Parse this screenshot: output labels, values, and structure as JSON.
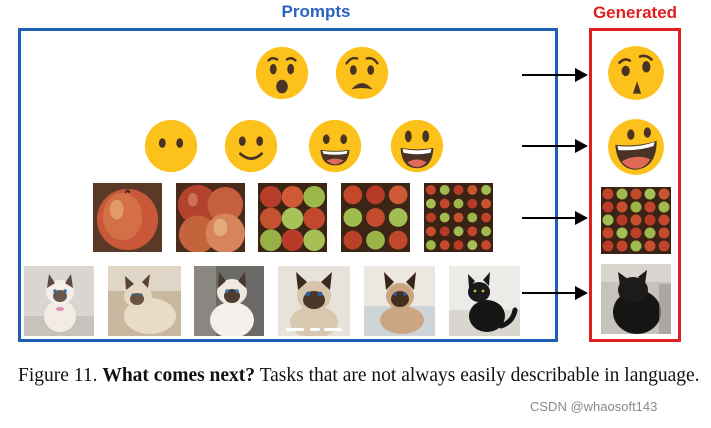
{
  "header": {
    "prompts_label": "Prompts",
    "generated_label": "Generated"
  },
  "caption": {
    "figure_label": "Figure 11.",
    "bold_title": "What comes next?",
    "body_text": "Tasks that are not always easily describable in language."
  },
  "watermark": "CSDN @whaosoft143",
  "colors": {
    "prompts_border": "#1f5fb5",
    "prompts_text": "#2a62c4",
    "generated_border": "#e02020",
    "generated_text": "#e02020",
    "emoji_face": "#fcc21b",
    "emoji_feature": "#4a3324"
  },
  "rows": [
    {
      "name": "surprised-faces",
      "prompts": [
        "surprised-face-icon",
        "worried-surprised-face-icon"
      ],
      "generated": "distorted-surprised-face-icon"
    },
    {
      "name": "smile-faces",
      "prompts": [
        "neutral-face-icon",
        "slight-smile-face-icon",
        "grin-face-icon",
        "big-grin-face-icon"
      ],
      "generated": "laughing-face-icon"
    },
    {
      "name": "apples",
      "prompts": [
        "apple-photo-1",
        "apple-photo-2",
        "apple-photo-4",
        "apple-photo-6",
        "apple-photo-many"
      ],
      "generated": "apple-grid-generated"
    },
    {
      "name": "cats",
      "prompts": [
        "siamese-kitten-photo",
        "siamese-cat-photo-1",
        "siamese-cat-photo-2",
        "siamese-cat-photo-3",
        "siamese-cat-photo-4",
        "black-cat-photo"
      ],
      "generated": "dark-cat-generated"
    }
  ]
}
